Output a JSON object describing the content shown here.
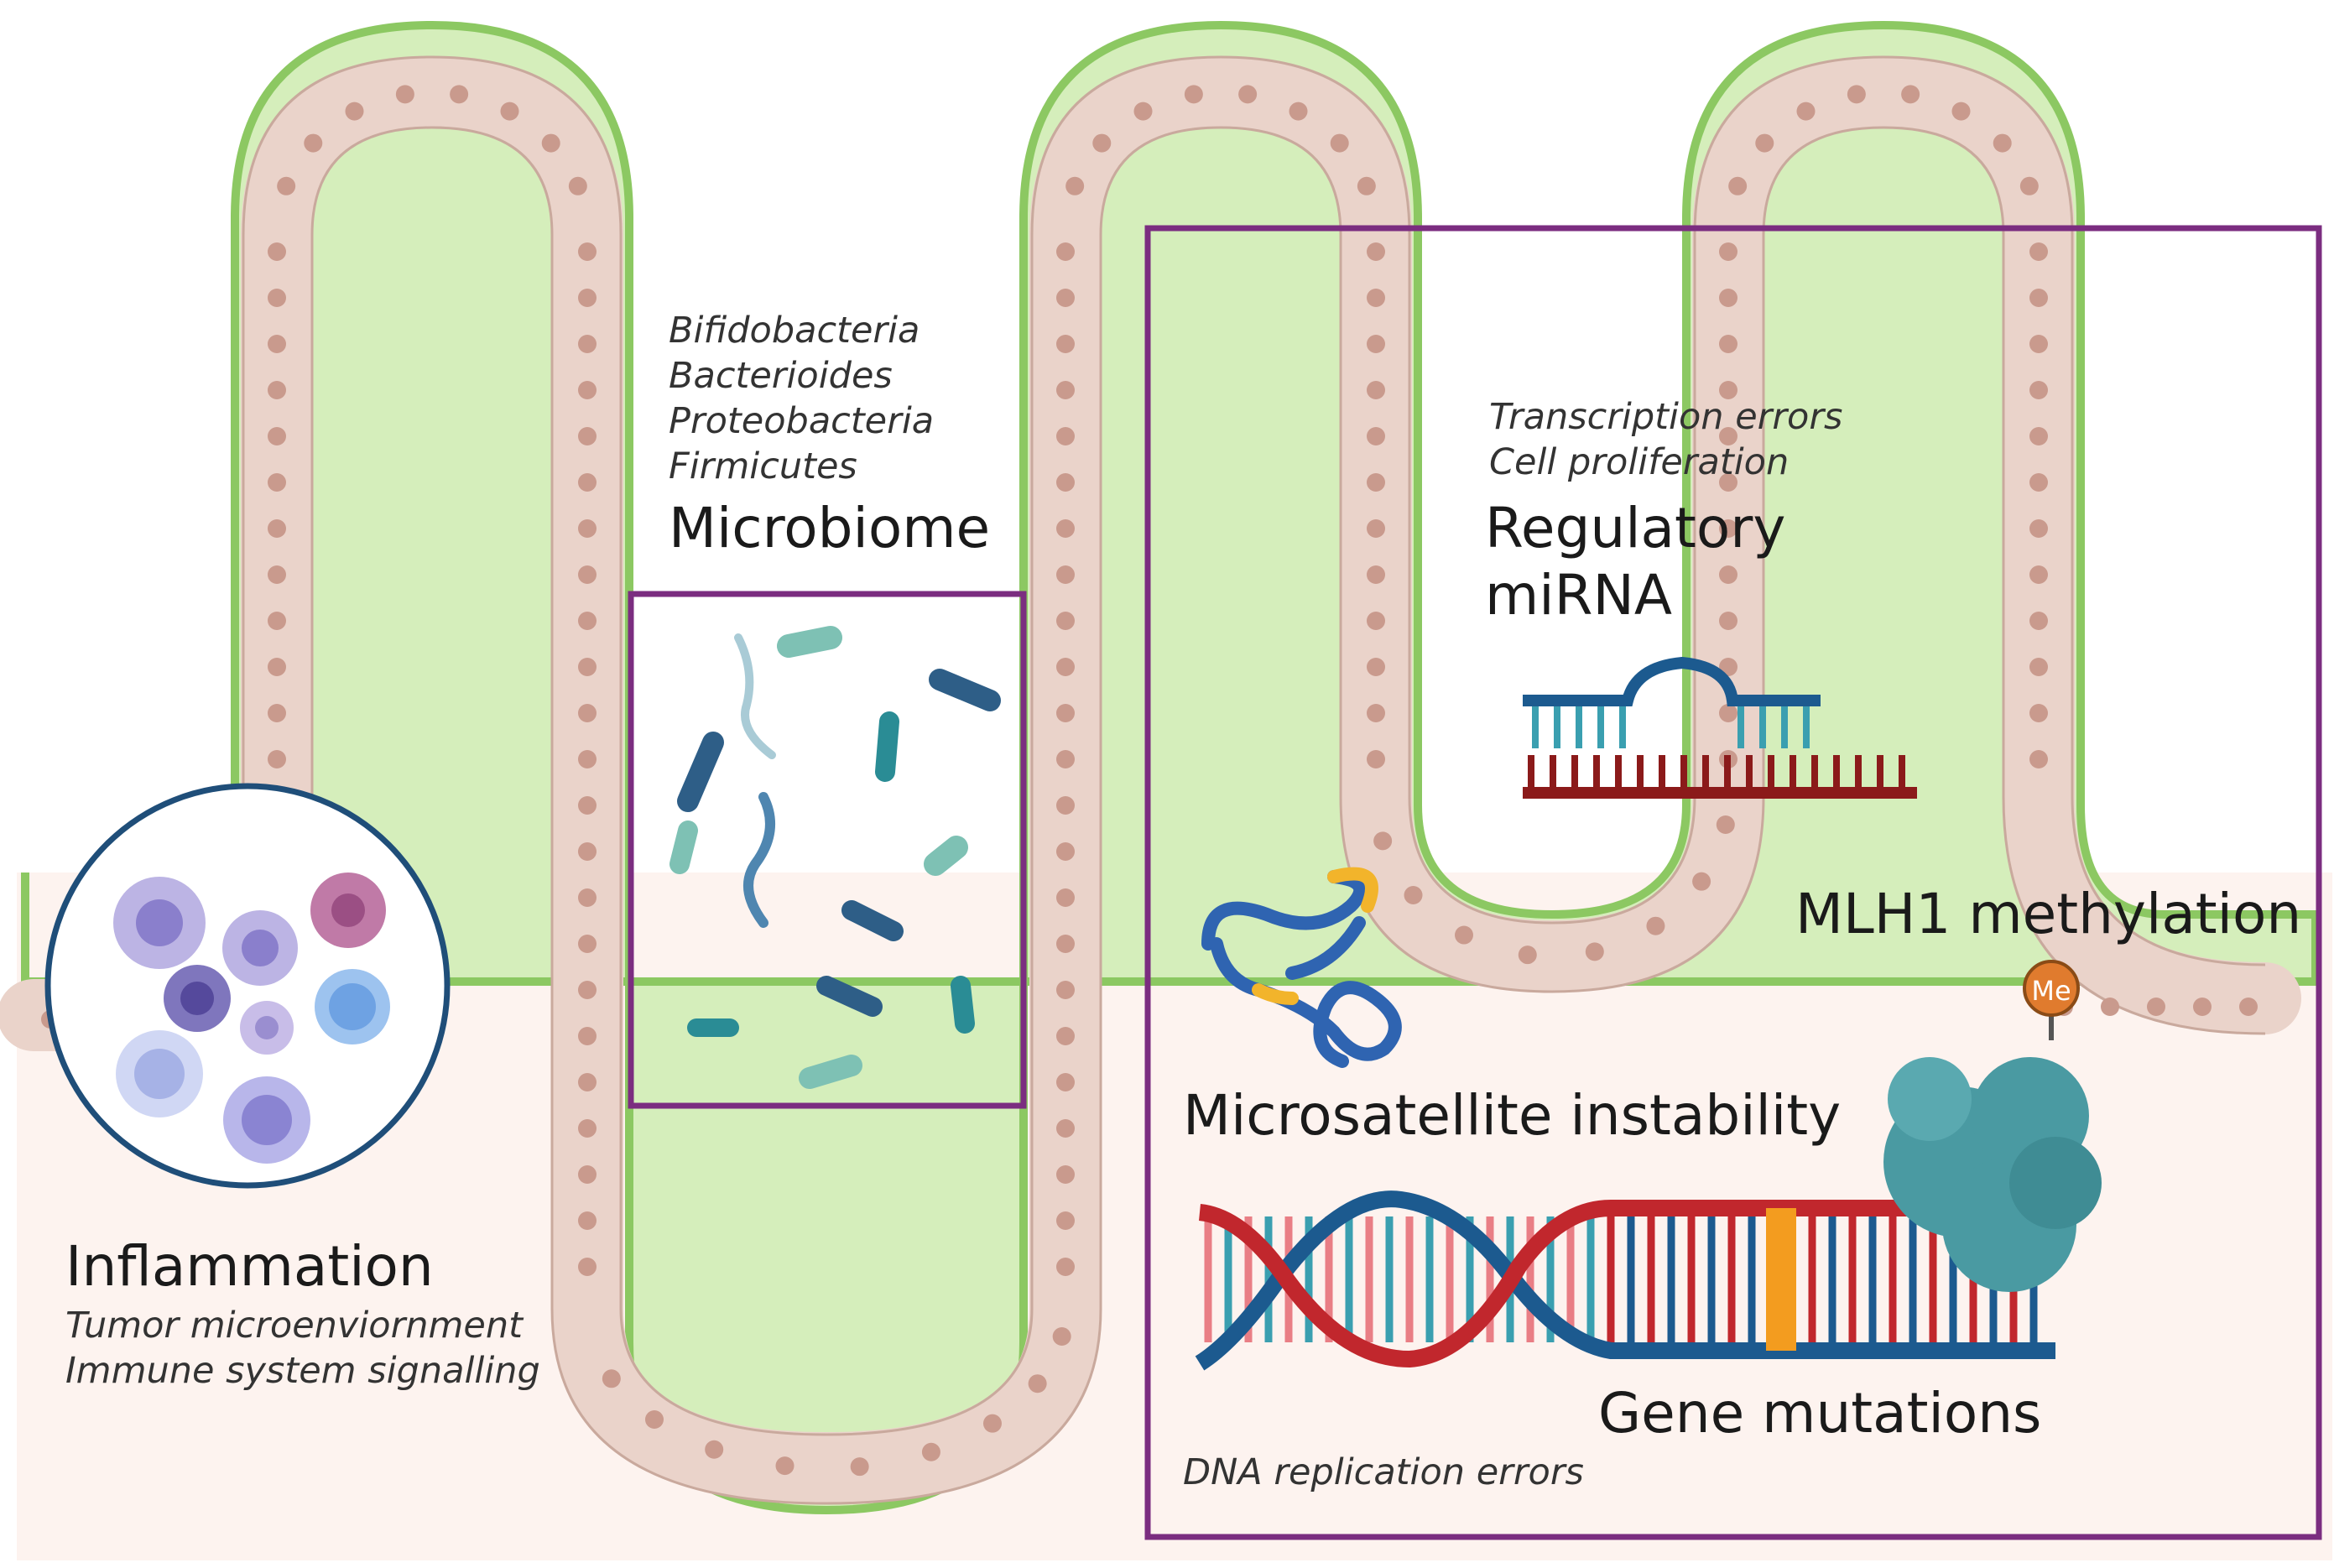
{
  "colors": {
    "lumen": "#fdf3ef",
    "tissue": "#d5eebb",
    "tissue_edge": "#8cc862",
    "epithelium": "#ead3ca",
    "cell_nucleus": "#c99a8d",
    "box": "#7b2d80",
    "inflammation_circle": "#1f4e79",
    "dna_red": "#c1272d",
    "dna_blue": "#1c5a8f",
    "dna_pink": "#e97e85",
    "dna_orange": "#f39c1f",
    "protein": "#4a9aa2",
    "methyl": "#e07b2e"
  },
  "microbiome": {
    "title": "Microbiome",
    "taxa": [
      "Bifidobacteria",
      "Bacterioides",
      "Proteobacteria",
      "Firmicutes"
    ]
  },
  "inflammation": {
    "title": "Inflammation",
    "details": [
      "Tumor microenviornment",
      "Immune system signalling"
    ]
  },
  "mirna": {
    "title_line1": "Regulatory",
    "title_line2": "miRNA",
    "details": [
      "Transcription errors",
      "Cell proliferation"
    ]
  },
  "msi": {
    "title": "Microsatellite instability"
  },
  "mlh1": {
    "title": "MLH1 methylation",
    "badge": "Me"
  },
  "gene": {
    "title": "Gene mutations",
    "detail": "DNA replication errors"
  },
  "icons": {
    "bacteria": "bacteria-icon",
    "immune_cells": "immune-cell-icon",
    "mirna": "mirna-duplex-icon",
    "msi": "microsatellite-strand-icon",
    "dna": "dna-double-helix-icon",
    "protein": "mlh1-protein-icon"
  }
}
